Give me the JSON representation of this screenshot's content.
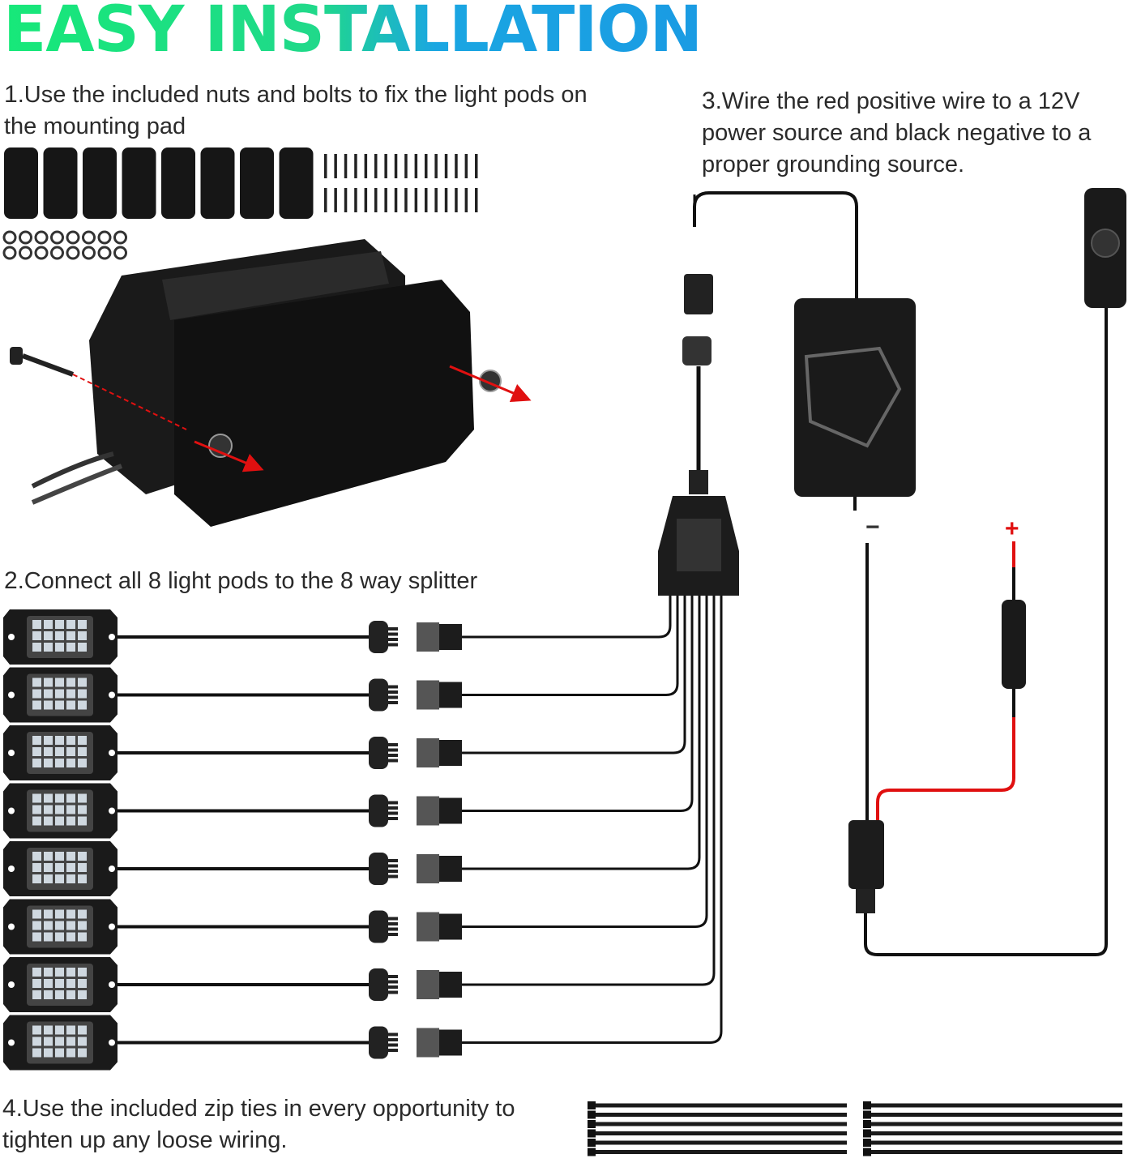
{
  "title": "EASY INSTALLATION",
  "steps": [
    {
      "number": "1",
      "text": ".Use the included nuts and bolts to fix the light pods on the mounting pad"
    },
    {
      "number": "2",
      "text": ".Connect all 8 light pods to the 8 way splitter"
    },
    {
      "number": "3",
      "text": ".Wire the red positive wire to a 12V power source and black negative to a proper grounding source."
    },
    {
      "number": "4",
      "text": ".Use the included zip ties in every opportunity to tighten up any loose wiring."
    }
  ],
  "polarity": {
    "negative": "−",
    "positive": "+"
  },
  "light_pod_count": 8,
  "colors": {
    "wire": "#111111",
    "positive_wire": "#e01010",
    "title_start": "#17e879",
    "title_end": "#1a9be3"
  }
}
